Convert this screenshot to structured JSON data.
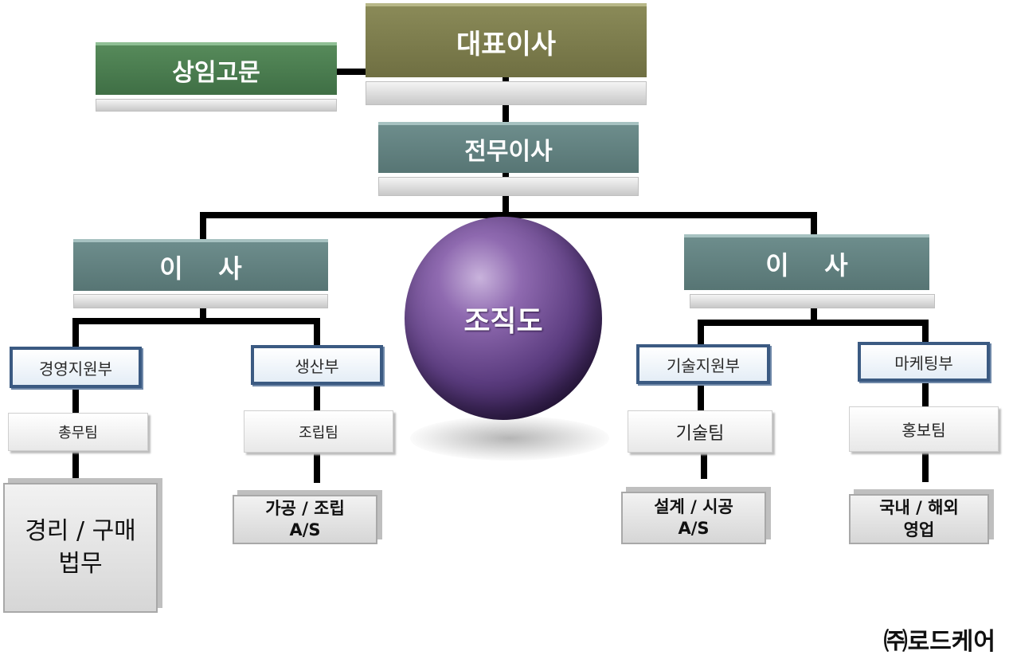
{
  "top": {
    "ceo": "대표이사",
    "advisor": "상임고문",
    "managing_director": "전무이사"
  },
  "directors": {
    "left": "이    사",
    "right": "이    사"
  },
  "center_label": "조직도",
  "departments": {
    "management_support": "경영지원부",
    "production": "생산부",
    "tech_support": "기술지원부",
    "marketing": "마케팅부"
  },
  "teams": {
    "general_affairs": "총무팀",
    "assembly": "조립팀",
    "technical": "기술팀",
    "pr": "홍보팀"
  },
  "functions": {
    "accounting": "경리 / 구매\n법무",
    "processing": "가공 / 조립\nA/S",
    "design": "설계 / 시공\nA/S",
    "sales": "국내 / 해외\n영업"
  },
  "company": "㈜로드케어"
}
